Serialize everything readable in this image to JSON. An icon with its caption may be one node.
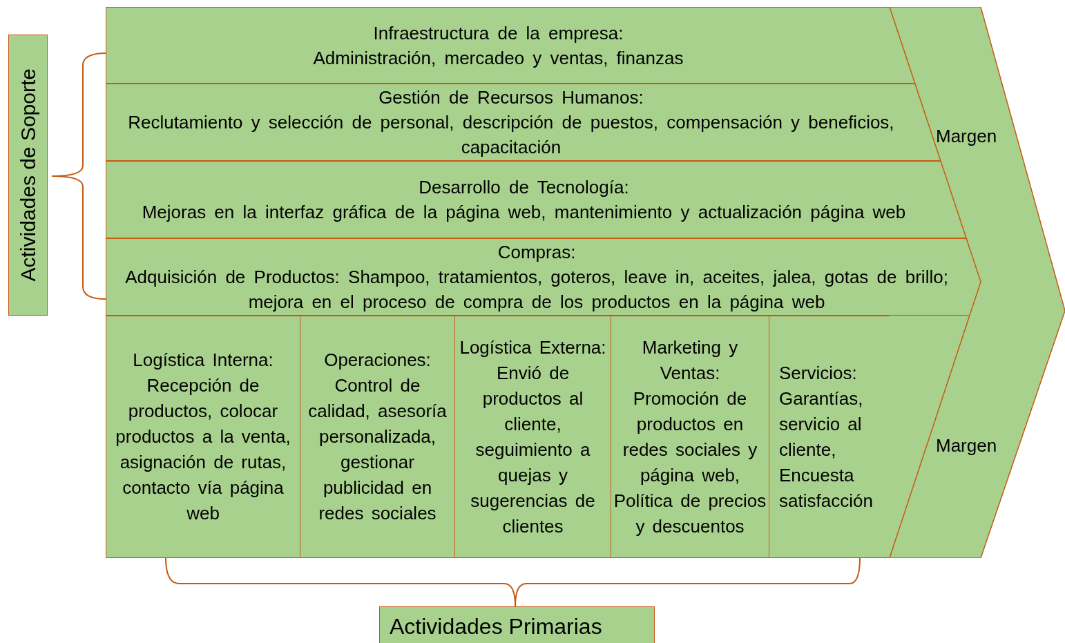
{
  "diagram": {
    "nodes": [
      {
        "text": [
          "Actividades de Soporte"
        ]
      },
      {
        "text": [
          "Infraestructura de la empresa:",
          "Administración, mercadeo y ventas, finanzas"
        ]
      },
      {
        "text": [
          "Gestión de Recursos Humanos:",
          "Reclutamiento y selección de personal, descripción de puestos, compensación y beneficios, capacitación"
        ]
      },
      {
        "text": [
          "Desarrollo de Tecnología:",
          "Mejoras en la interfaz gráfica de la página web, mantenimiento y actualización página web"
        ]
      },
      {
        "text": [
          "Compras:",
          "Adquisición de Productos: Shampoo, tratamientos, goteros, leave in, aceites, jalea, gotas de brillo; mejora en el proceso de compra de los productos en la página web"
        ]
      },
      {
        "text": [
          "Logística Interna:",
          "Recepción de productos, colocar productos a la venta, asignación de rutas, contacto vía página web"
        ]
      },
      {
        "text": [
          "Operaciones:",
          "Control de calidad, asesoría personalizada, gestionar publicidad en redes sociales"
        ]
      },
      {
        "text": [
          "Logística Externa:",
          "Envió de productos al cliente, seguimiento a quejas y sugerencias de clientes"
        ]
      },
      {
        "text": [
          "Marketing y Ventas:",
          "Promoción de productos en redes sociales y página web, Política de precios y descuentos"
        ]
      },
      {
        "text": [
          "Servicios:",
          "Garantías, servicio al cliente, Encuesta satisfacción"
        ]
      },
      {
        "text": [
          "Margen",
          "Margen"
        ]
      },
      {
        "text": [
          "Actividades Primarias"
        ]
      }
    ]
  }
}
